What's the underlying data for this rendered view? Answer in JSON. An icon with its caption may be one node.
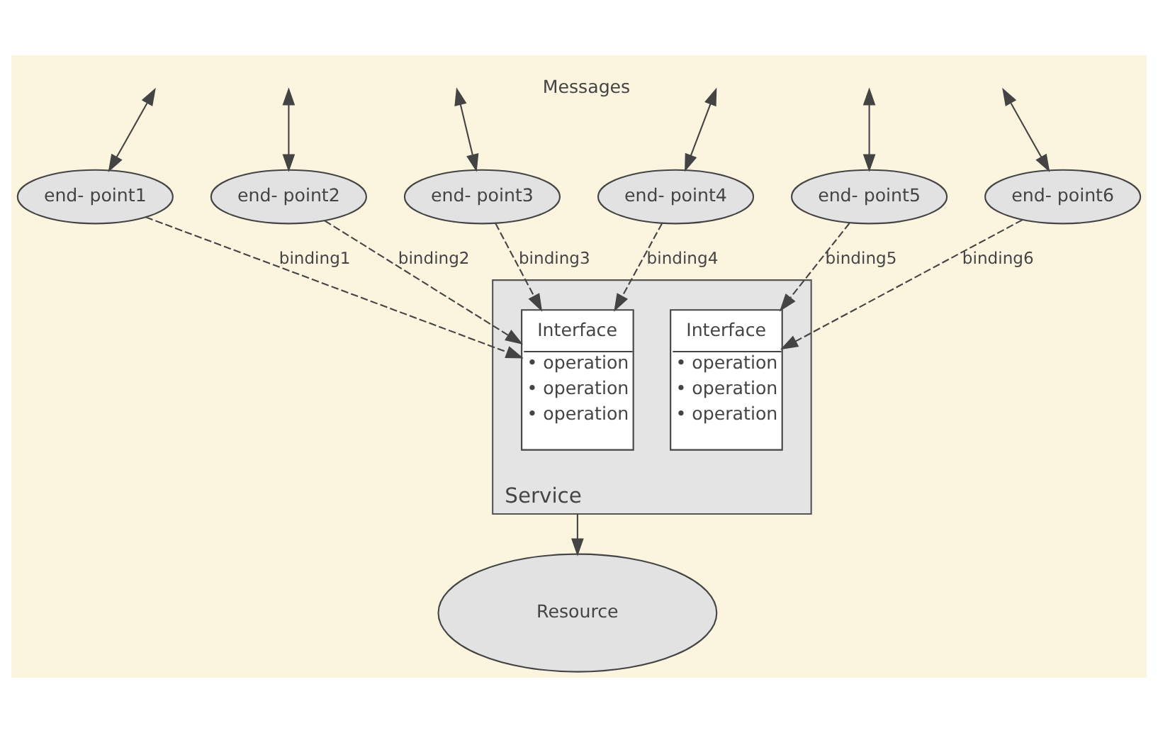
{
  "diagram": {
    "nodes": [
      {
        "text": [
          "Service"
        ]
      },
      {
        "text": [
          "end- point1"
        ]
      },
      {
        "text": [
          "end- point2"
        ]
      },
      {
        "text": [
          "end- point3"
        ]
      },
      {
        "text": [
          "end- point4"
        ]
      },
      {
        "text": [
          "end- point5"
        ]
      },
      {
        "text": [
          "end- point6"
        ]
      },
      {
        "text": [
          "Interface",
          "• operation",
          "• operation",
          "• operation"
        ],
        "in": 0
      },
      {
        "text": [
          "Interface",
          "• operation",
          "• operation",
          "• operation"
        ],
        "in": 0
      },
      {
        "text": [
          "Resource"
        ]
      }
    ],
    "edges": [
      {
        "from": null,
        "to": 1,
        "arrow": "both"
      },
      {
        "from": null,
        "to": 2,
        "arrow": "both"
      },
      {
        "from": null,
        "to": 3,
        "arrow": "both"
      },
      {
        "from": null,
        "to": 4,
        "arrow": "both"
      },
      {
        "from": null,
        "to": 5,
        "arrow": "both"
      },
      {
        "from": null,
        "to": 6,
        "arrow": "both"
      },
      {
        "from": 1,
        "to": 7,
        "arrow": "to",
        "style": "dashed",
        "label": "binding1"
      },
      {
        "from": 2,
        "to": 7,
        "arrow": "to",
        "style": "dashed",
        "label": "binding2"
      },
      {
        "from": 3,
        "to": 7,
        "arrow": "to",
        "style": "dashed",
        "label": "binding3"
      },
      {
        "from": 4,
        "to": 7,
        "arrow": "to",
        "style": "dashed",
        "label": "binding4"
      },
      {
        "from": 5,
        "to": 8,
        "arrow": "to",
        "style": "dashed",
        "label": "binding5"
      },
      {
        "from": 6,
        "to": 8,
        "arrow": "to",
        "style": "dashed",
        "label": "binding6"
      },
      {
        "from": 0,
        "to": 9,
        "arrow": "to"
      }
    ],
    "labels": [
      "Messages"
    ]
  }
}
